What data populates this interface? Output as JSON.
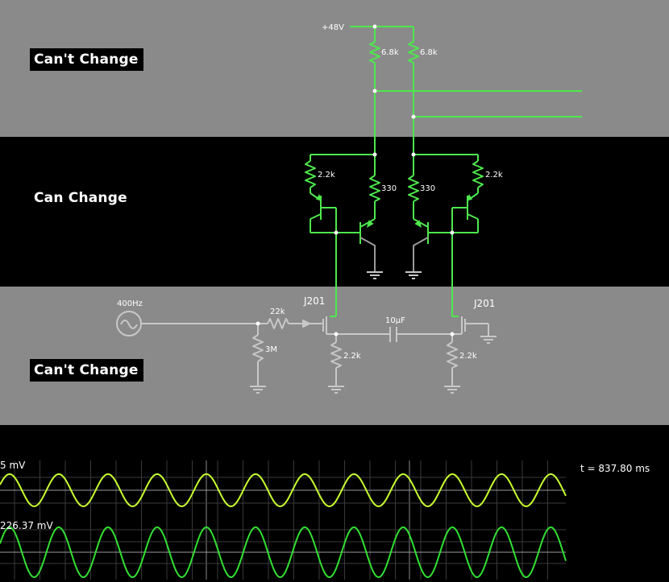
{
  "zones": {
    "top_label": "Can't Change",
    "middle_label": "Can Change",
    "bottom_label": "Can't Change"
  },
  "components": {
    "supply_label": "+48V",
    "r_supply_left": "6.8k",
    "r_supply_right": "6.8k",
    "r_mirror_left": "2.2k",
    "r_mirror_left_inner": "330",
    "r_mirror_right_inner": "330",
    "r_mirror_right": "2.2k",
    "source_label": "400Hz",
    "r_series": "22k",
    "r_bias": "3M",
    "jfet_left": "J201",
    "jfet_right": "J201",
    "capacitor": "10µF",
    "r_source_left": "2.2k",
    "r_source_right": "2.2k"
  },
  "scope": {
    "trace1_scale": "5 mV",
    "trace2_scale": "226.37 mV",
    "time_readout": "t = 837.80 ms",
    "trace1_cycles": 11.5,
    "trace2_cycles": 11.5
  },
  "colors": {
    "wire_active": "#4de84d",
    "wire_inactive": "#c8c8c8",
    "band_gray": "#8a8a8a",
    "scope_trace1": "#c8ff30",
    "scope_trace2": "#32e032",
    "scope_grid": "#3a3a3a"
  }
}
